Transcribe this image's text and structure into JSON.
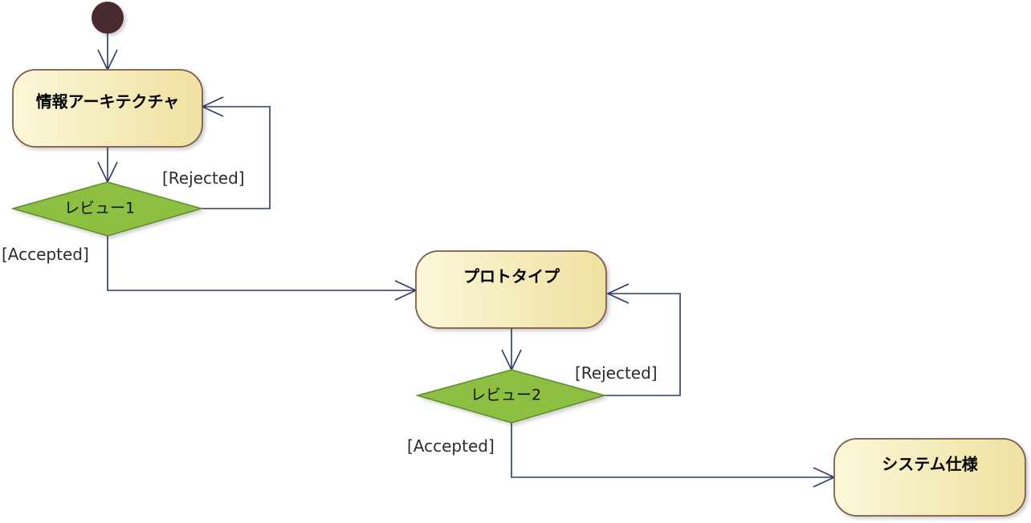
{
  "diagram": {
    "colors": {
      "action_fill_start": "#fbf7d9",
      "action_fill_end": "#efe1a0",
      "action_border": "#7d5a4a",
      "decision_fill": "#8cbf43",
      "decision_border": "#5f8c2b",
      "flow_line": "#283a66",
      "initial_node": "#4a2b2d"
    },
    "actions": {
      "info_arch": "情報アーキテクチャ",
      "prototype": "プロトタイプ",
      "system_spec": "システム仕様"
    },
    "decisions": {
      "review1": "レビュー1",
      "review2": "レビュー2"
    },
    "guards": {
      "rejected1": "[Rejected]",
      "accepted1": "[Accepted]",
      "rejected2": "[Rejected]",
      "accepted2": "[Accepted]"
    }
  }
}
